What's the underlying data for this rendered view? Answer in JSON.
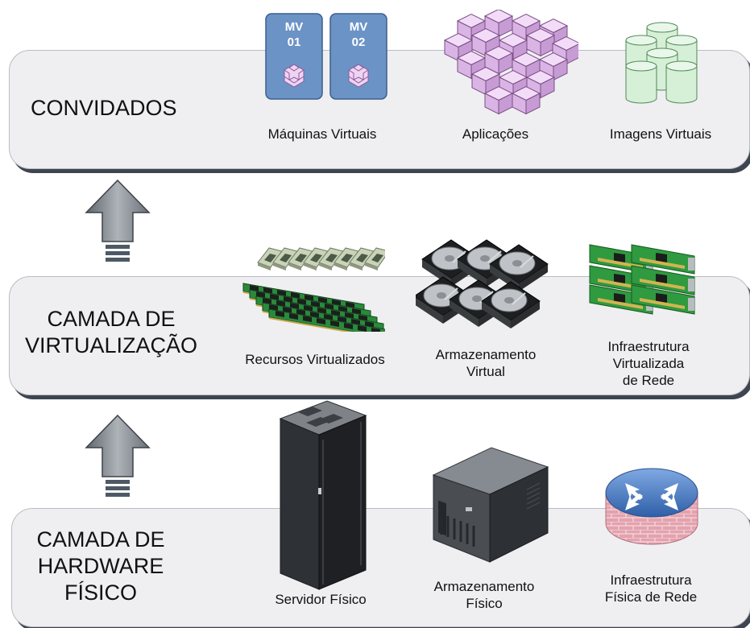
{
  "layers": {
    "guests": {
      "title": "CONVIDADOS",
      "vm1": "MV\n01",
      "vm2": "MV\n02",
      "captions": [
        "Máquinas Virtuais",
        "Aplicações",
        "Imagens Virtuais"
      ]
    },
    "virtualization": {
      "title": "CAMADA DE\nVIRTUALIZAÇÃO",
      "captions": [
        "Recursos Virtualizados",
        "Armazenamento\nVirtual",
        "Infraestrutura\nVirtualizada\nde Rede"
      ]
    },
    "hardware": {
      "title": "CAMADA DE\nHARDWARE\nFÍSICO",
      "captions": [
        "Servidor Físico",
        "Armazenamento\nFísico",
        "Infraestrutura\nFísica de Rede"
      ]
    }
  },
  "colors": {
    "layer_fill": "#efeff1",
    "layer_shadow": "#3e4450",
    "vm_blue": "#6b93c6",
    "app_cube": "#e6c6ee",
    "image_cylinder": "#d6efd7",
    "arrow": "#8a9096"
  },
  "icons": [
    "vm-icon",
    "cube-cluster-icon",
    "cylinder-stack-icon",
    "cpu-ram-icon",
    "hard-disk-icon",
    "network-card-icon",
    "server-rack-icon",
    "storage-tower-icon",
    "router-firewall-icon",
    "up-arrow-icon"
  ]
}
